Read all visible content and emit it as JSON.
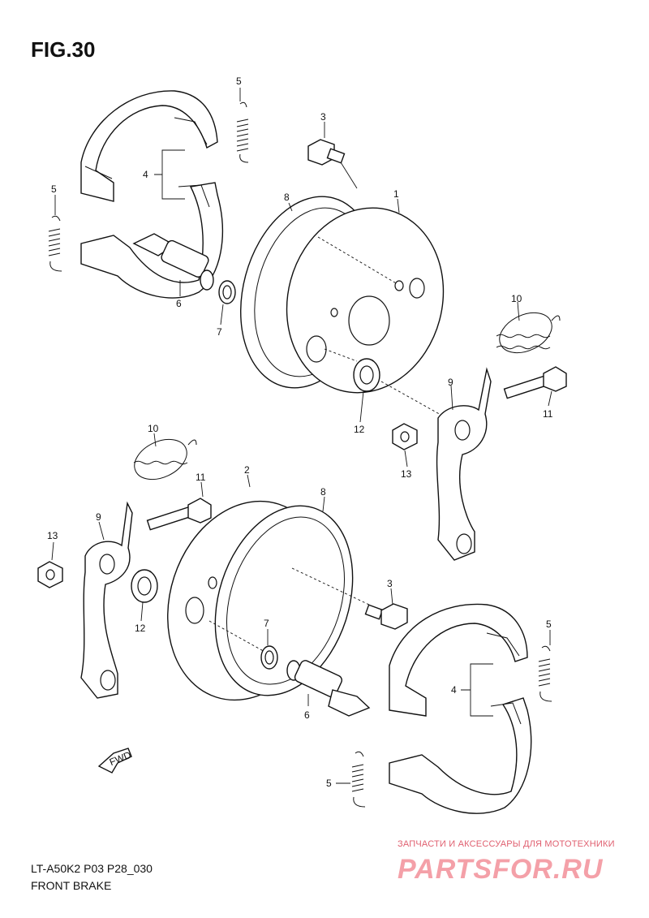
{
  "header": {
    "figure": "FIG.30"
  },
  "footer": {
    "model_code": "LT-A50K2 P03 P28_030",
    "section_name": "FRONT BRAKE"
  },
  "watermark": {
    "tagline": "ЗАПЧАСТИ И АКСЕССУАРЫ ДЛЯ МОТОТЕХНИКИ",
    "logo_text": "PARTSFOR.RU",
    "color": "#e06070"
  },
  "direction_arrow": {
    "label": "FWD"
  },
  "callouts": {
    "c1": "1",
    "c2": "2",
    "c3a": "3",
    "c3b": "3",
    "c4a": "4",
    "c4b": "4",
    "c5a": "5",
    "c5b": "5",
    "c5c": "5",
    "c5d": "5",
    "c6a": "6",
    "c6b": "6",
    "c7a": "7",
    "c7b": "7",
    "c8a": "8",
    "c8b": "8",
    "c9a": "9",
    "c9b": "9",
    "c10a": "10",
    "c10b": "10",
    "c11a": "11",
    "c11b": "11",
    "c12a": "12",
    "c12b": "12",
    "c13a": "13",
    "c13b": "13"
  }
}
